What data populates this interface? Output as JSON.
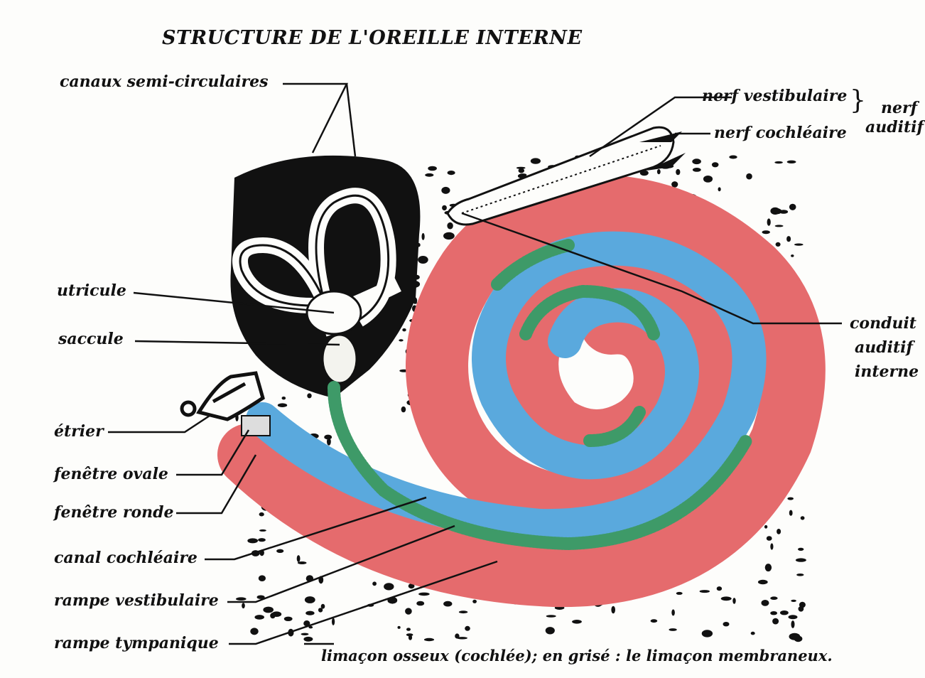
{
  "title": "STRUCTURE DE L'OREILLE INTERNE",
  "labels": {
    "canaux": "canaux semi-circulaires",
    "nerf_vestibulaire": "nerf vestibulaire",
    "nerf_cochleaire": "nerf cochléaire",
    "nerf_auditif_1": "nerf",
    "nerf_auditif_2": "auditif",
    "utricule": "utricule",
    "saccule": "saccule",
    "etrier": "étrier",
    "fenetre_ovale": "fenêtre ovale",
    "fenetre_ronde": "fenêtre ronde",
    "canal_cochleaire": "canal cochléaire",
    "rampe_vestibulaire": "rampe vestibulaire",
    "rampe_tympanique": "rampe tympanique",
    "conduit_1": "conduit",
    "conduit_2": "auditif",
    "conduit_3": "interne",
    "caption": "limaçon osseux (cochlée); en grisé : le limaçon membraneux."
  },
  "colors": {
    "red": "#e56b6d",
    "blue": "#5aa9dd",
    "green": "#3e9a68",
    "bone": "#111111",
    "paper": "#fdfdfb"
  }
}
